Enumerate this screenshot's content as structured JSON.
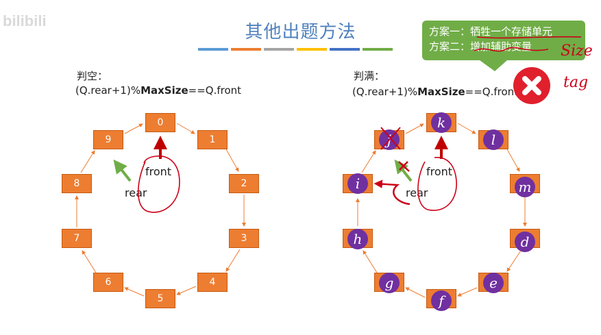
{
  "watermark": "bilibili",
  "title": "其他出题方法",
  "color_bar": [
    "#5b9bd5",
    "#ed7d31",
    "#a5a5a5",
    "#ffc000",
    "#4472c4",
    "#70ad47"
  ],
  "left": {
    "heading": "判空：",
    "formula_prefix": "(Q.rear+1)%",
    "formula_bold": "MaxSize",
    "formula_suffix": "==Q.front",
    "nodes": [
      "0",
      "1",
      "2",
      "3",
      "4",
      "5",
      "6",
      "7",
      "8",
      "9"
    ],
    "front_label": "front",
    "rear_label": "rear"
  },
  "right": {
    "heading": "判满：",
    "formula_prefix": "(Q.rear+1)%",
    "formula_bold": "MaxSize",
    "formula_suffix": "==Q.front？",
    "elements": [
      "k",
      "l",
      "m",
      "d",
      "e",
      "f",
      "g",
      "h",
      "i",
      "j"
    ],
    "front_label": "front",
    "rear_label": "rear"
  },
  "callout": {
    "line1_prefix": "方案一：",
    "line1_text": "牺牲一个存储单元",
    "line2_prefix": "方案二：",
    "line2_text": "增加辅助变量"
  },
  "handwriting": {
    "word1": "Size",
    "word2": "tag"
  },
  "colors": {
    "node": "#ed7d31",
    "element": "#7030a0",
    "callout": "#70ad47",
    "ink": "#cc0018",
    "arrow": "#c00000",
    "green_arrow": "#70ad47"
  }
}
